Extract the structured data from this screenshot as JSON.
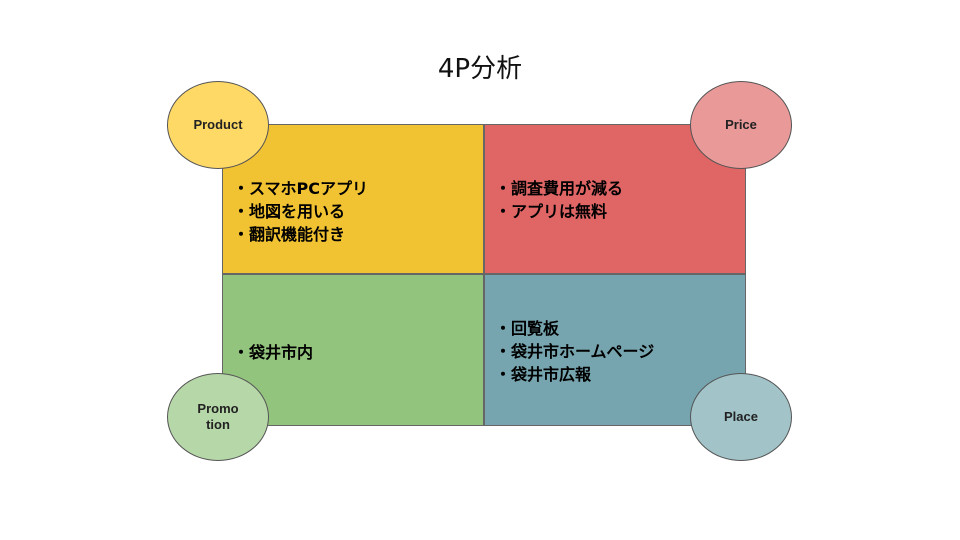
{
  "title": "4P分析",
  "quadrants": {
    "product": {
      "label": "Product",
      "items": [
        "・スマホPCアプリ",
        "・地図を用いる",
        "・翻訳機能付き"
      ],
      "color": "#f1c232",
      "circle_color": "#ffd966"
    },
    "price": {
      "label": "Price",
      "items": [
        "・調査費用が減る",
        "・アプリは無料"
      ],
      "color": "#e06666",
      "circle_color": "#ea9999"
    },
    "promotion": {
      "label_line1": "Promo",
      "label_line2": "tion",
      "items": [
        "・袋井市内"
      ],
      "color": "#93c47d",
      "circle_color": "#b6d7a8"
    },
    "place": {
      "label": "Place",
      "items": [
        "・回覧板",
        "・袋井市ホームページ",
        "・袋井市広報"
      ],
      "color": "#76a5af",
      "circle_color": "#a2c4c9"
    }
  }
}
